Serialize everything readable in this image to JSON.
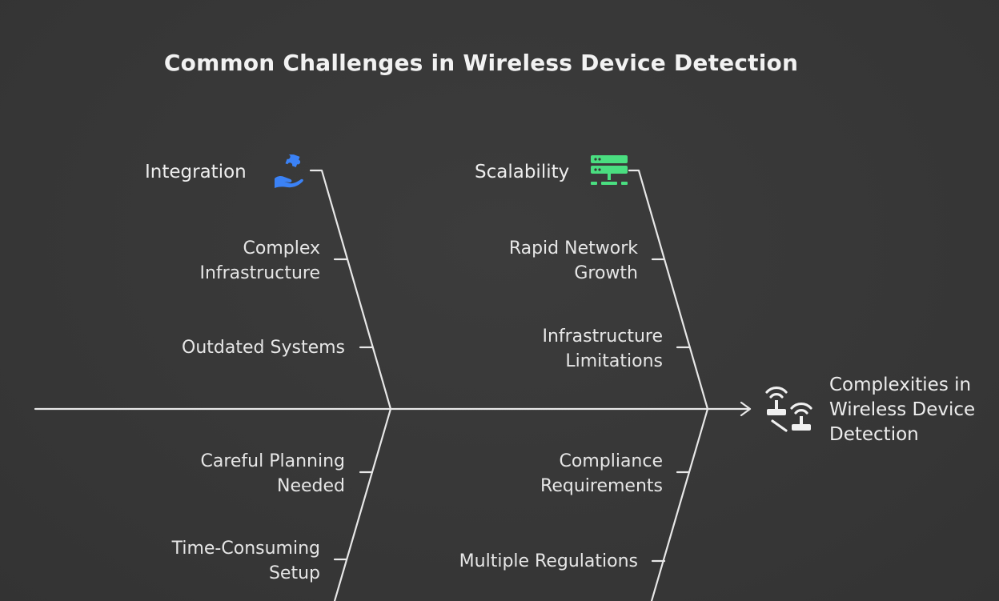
{
  "title": "Common Challenges in Wireless Device Detection",
  "effect": {
    "lines": [
      "Complexities in",
      "Wireless Device",
      "Detection"
    ],
    "icon": "wireless-routers-icon"
  },
  "categories": {
    "integration": {
      "label": "Integration",
      "icon": "hand-puzzle-icon",
      "icon_color": "#3b82f6"
    },
    "scalability": {
      "label": "Scalability",
      "icon": "server-network-icon",
      "icon_color": "#4ade80"
    }
  },
  "causes": {
    "complex_infrastructure": [
      "Complex",
      "Infrastructure"
    ],
    "outdated_systems": "Outdated Systems",
    "careful_planning": [
      "Careful Planning",
      "Needed"
    ],
    "time_consuming": [
      "Time-Consuming",
      "Setup"
    ],
    "rapid_growth": [
      "Rapid Network",
      "Growth"
    ],
    "infra_limitations": [
      "Infrastructure",
      "Limitations"
    ],
    "compliance": [
      "Compliance",
      "Requirements"
    ],
    "multiple_regulations": "Multiple Regulations"
  },
  "colors": {
    "background": "#383838",
    "lines": "#e8e8e8",
    "text": "#e6e6e6"
  }
}
